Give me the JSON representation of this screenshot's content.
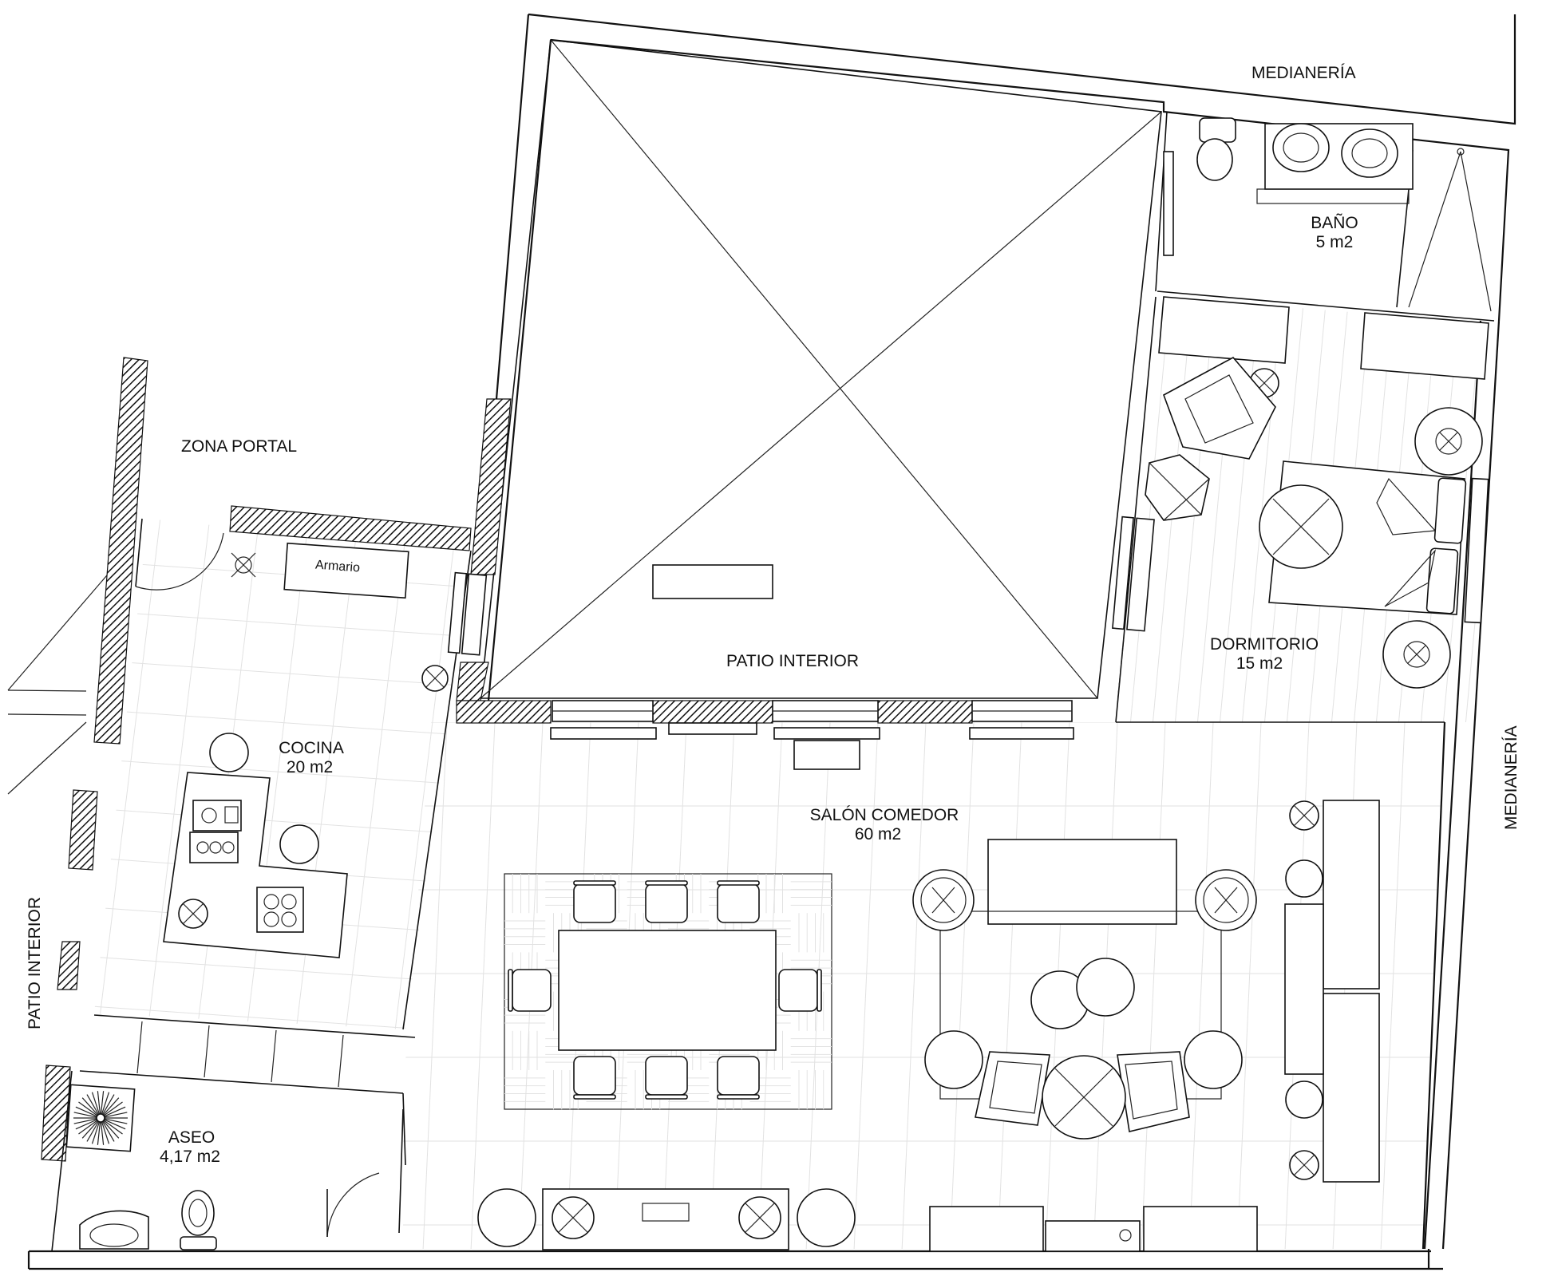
{
  "labels": {
    "medianeria_top": "MEDIANERÍA",
    "medianeria_right": "MEDIANERÍA",
    "zona_portal": "ZONA PORTAL",
    "patio_interior_center": "PATIO INTERIOR",
    "patio_interior_left": "PATIO INTERIOR",
    "armario": "Armario"
  },
  "rooms": {
    "bano": {
      "name": "BAÑO",
      "area": "5 m2"
    },
    "dormitorio": {
      "name": "DORMITORIO",
      "area": "15 m2"
    },
    "cocina": {
      "name": "COCINA",
      "area": "20 m2"
    },
    "salon": {
      "name": "SALÓN COMEDOR",
      "area": "60 m2"
    },
    "aseo": {
      "name": "ASEO",
      "area": "4,17 m2"
    }
  },
  "colors": {
    "ink": "#111111",
    "tile": "#e2e2e2",
    "background": "#ffffff"
  }
}
